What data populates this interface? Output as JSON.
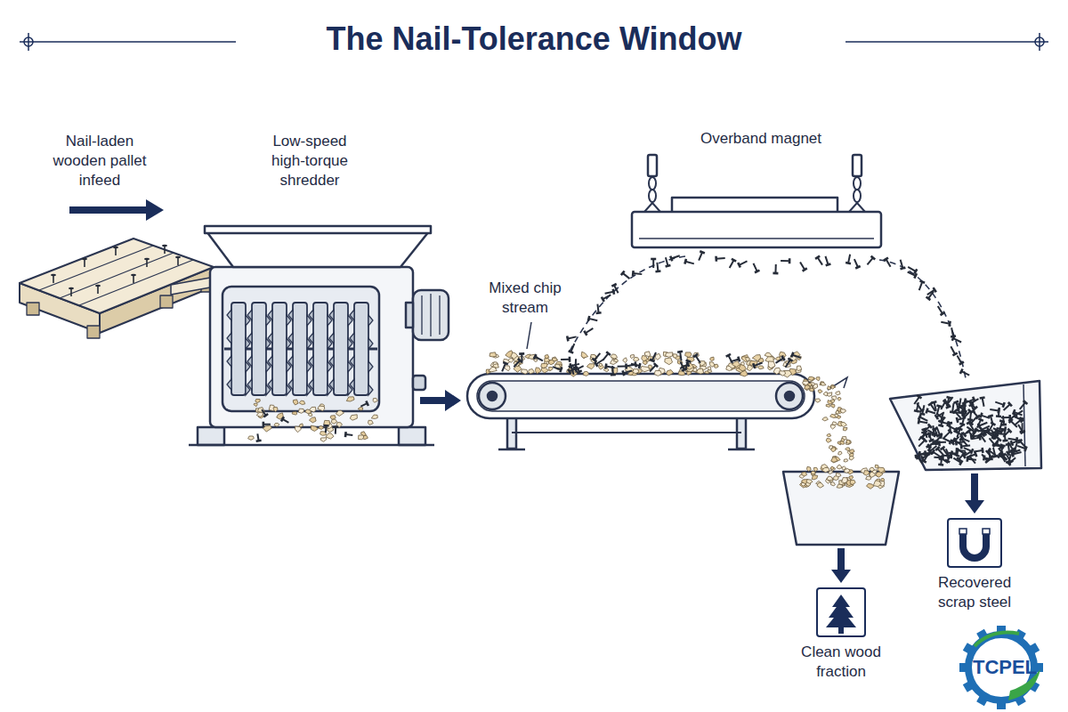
{
  "diagram": {
    "title": "The Nail-Tolerance Window",
    "nodes": [
      {
        "text": [
          "Clean wood fraction"
        ]
      },
      {
        "text": [
          "Recovered scrap steel"
        ]
      }
    ],
    "labels": [
      "Nail-laden wooden pallet infeed",
      "Low-speed high-torque shredder",
      "Overband magnet",
      "Mixed chip stream",
      "TCPEL"
    ]
  }
}
